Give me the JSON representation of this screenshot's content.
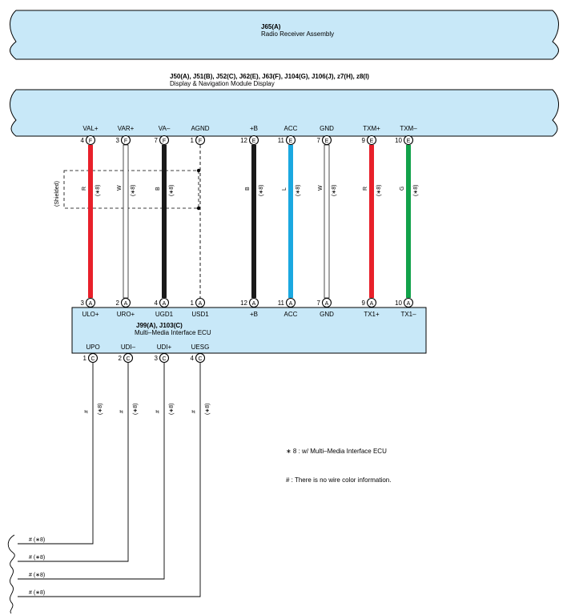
{
  "radio": {
    "connector": "J65(A)",
    "name": "Radio Receiver Assembly"
  },
  "display": {
    "connectors": "J50(A), J51(B), J52(C), J62(E), J63(F), J104(G), J106(J), z7(H), z8(I)",
    "name": "Display & Navigation Module Display"
  },
  "ecu": {
    "connectors": "J99(A), J103(C)",
    "name": "Multi–Media Interface ECU"
  },
  "shielded_label": "(Shielded)",
  "top_pins": [
    {
      "name": "VAL+",
      "num": "4",
      "conn": "F"
    },
    {
      "name": "VAR+",
      "num": "3",
      "conn": "F"
    },
    {
      "name": "VA–",
      "num": "7",
      "conn": "F"
    },
    {
      "name": "AGND",
      "num": "1",
      "conn": "F"
    },
    {
      "name": "+B",
      "num": "12",
      "conn": "E"
    },
    {
      "name": "ACC",
      "num": "11",
      "conn": "E"
    },
    {
      "name": "GND",
      "num": "7",
      "conn": "E"
    },
    {
      "name": "TXM+",
      "num": "9",
      "conn": "E"
    },
    {
      "name": "TXM–",
      "num": "10",
      "conn": "E"
    }
  ],
  "wires": [
    {
      "color_code": "R",
      "variant": "(∗8)",
      "hex": "#e8202a"
    },
    {
      "color_code": "W",
      "variant": "(∗8)",
      "hex": "#ffffff"
    },
    {
      "color_code": "B",
      "variant": "(∗8)",
      "hex": "#1a1a1a"
    },
    {
      "color_code": "",
      "variant": "",
      "hex": "none"
    },
    {
      "color_code": "B",
      "variant": "(∗8)",
      "hex": "#1a1a1a"
    },
    {
      "color_code": "L",
      "variant": "(∗8)",
      "hex": "#1ba8e0"
    },
    {
      "color_code": "W",
      "variant": "(∗8)",
      "hex": "#ffffff"
    },
    {
      "color_code": "R",
      "variant": "(∗8)",
      "hex": "#e8202a"
    },
    {
      "color_code": "G",
      "variant": "(∗8)",
      "hex": "#12a24a"
    }
  ],
  "ecu_top_pins": [
    {
      "name": "ULO+",
      "num": "3",
      "conn": "A"
    },
    {
      "name": "URO+",
      "num": "2",
      "conn": "A"
    },
    {
      "name": "UGD1",
      "num": "4",
      "conn": "A"
    },
    {
      "name": "USD1",
      "num": "1",
      "conn": "A"
    },
    {
      "name": "+B",
      "num": "12",
      "conn": "A"
    },
    {
      "name": "ACC",
      "num": "11",
      "conn": "A"
    },
    {
      "name": "GND",
      "num": "7",
      "conn": "A"
    },
    {
      "name": "TX1+",
      "num": "9",
      "conn": "A"
    },
    {
      "name": "TX1–",
      "num": "10",
      "conn": "A"
    }
  ],
  "ecu_bottom_pins": [
    {
      "name": "UPO",
      "num": "1",
      "conn": "C"
    },
    {
      "name": "UDI–",
      "num": "2",
      "conn": "C"
    },
    {
      "name": "UDI+",
      "num": "3",
      "conn": "C"
    },
    {
      "name": "UESG",
      "num": "4",
      "conn": "C"
    }
  ],
  "bottom_wire": {
    "color_code": "#",
    "variant": "(∗8)"
  },
  "left_exit_label": "# (∗8)",
  "notes": [
    "∗ 8 : w/ Multi–Media Interface ECU",
    "# : There is no wire color information."
  ],
  "colors": {
    "component_fill": "#c8e8f8",
    "outline": "#000000"
  }
}
